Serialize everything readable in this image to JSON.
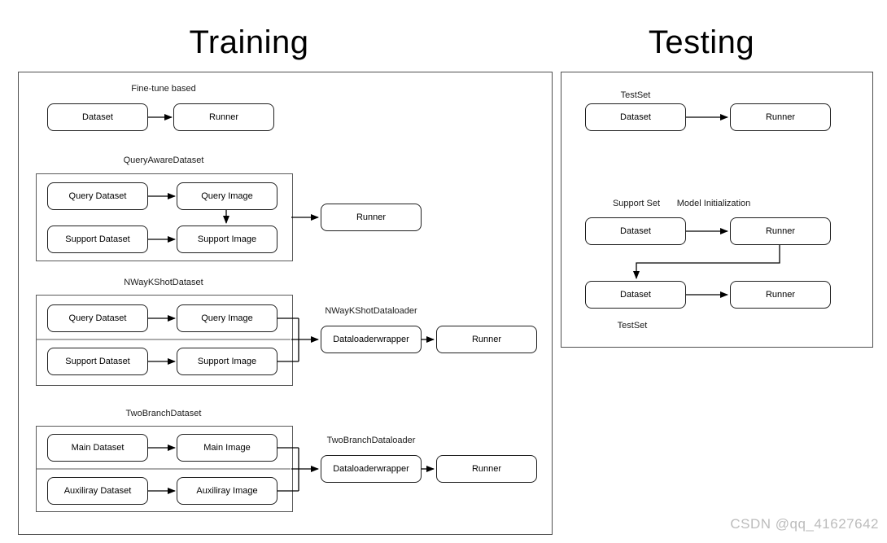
{
  "training": {
    "title": "Training",
    "finetune": {
      "label": "Fine-tune based",
      "dataset": "Dataset",
      "runner": "Runner"
    },
    "query_aware": {
      "label": "QueryAwareDataset",
      "query_dataset": "Query Dataset",
      "query_image": "Query Image",
      "support_dataset": "Support Dataset",
      "support_image": "Support Image",
      "runner": "Runner"
    },
    "nway_kshot": {
      "label": "NWayKShotDataset",
      "query_dataset": "Query Dataset",
      "query_image": "Query Image",
      "support_dataset": "Support Dataset",
      "support_image": "Support Image",
      "dataloader_label": "NWayKShotDataloader",
      "dataloader": "Dataloaderwrapper",
      "runner": "Runner"
    },
    "two_branch": {
      "label": "TwoBranchDataset",
      "main_dataset": "Main Dataset",
      "main_image": "Main Image",
      "aux_dataset": "Auxiliray Dataset",
      "aux_image": "Auxiliray Image",
      "dataloader_label": "TwoBranchDataloader",
      "dataloader": "Dataloaderwrapper",
      "runner": "Runner"
    }
  },
  "testing": {
    "title": "Testing",
    "testset_top": {
      "label": "TestSet",
      "dataset": "Dataset",
      "runner": "Runner"
    },
    "support_row": {
      "support_label": "Support Set",
      "model_init_label": "Model Initialization",
      "dataset": "Dataset",
      "runner": "Runner"
    },
    "testset_bottom": {
      "label": "TestSet",
      "dataset": "Dataset",
      "runner": "Runner"
    }
  },
  "watermark": {
    "text": "CSDN @qq_41627642"
  },
  "colors": {
    "background": "#ffffff",
    "node_border": "#1f1f1f",
    "section_border": "#5a5a5a",
    "connector": "#000000",
    "text": "#000000",
    "watermark": "#bcbcbc"
  }
}
